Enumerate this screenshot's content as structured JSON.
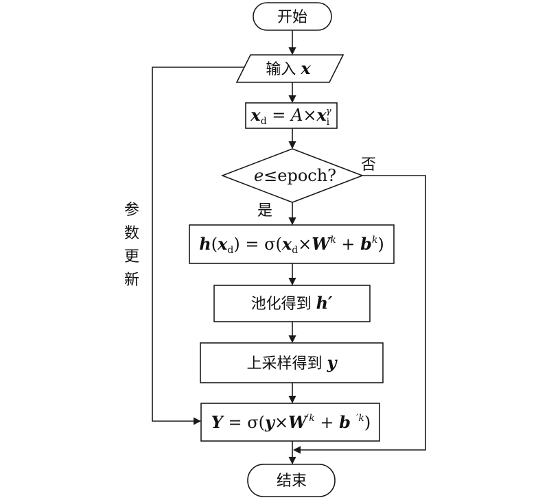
{
  "flowchart": {
    "start": "开始",
    "input": {
      "prefix": "输入 ",
      "var": "x"
    },
    "transform": {
      "lhs": "x",
      "lhs_sub": "d",
      "eq": " = ",
      "coef": "A",
      "times": "×",
      "rhs": "x",
      "rhs_sub": "i",
      "rhs_sup": "γ"
    },
    "decision": {
      "var": "e",
      "text": "≤epoch?"
    },
    "yes_label": "是",
    "no_label": "否",
    "loop_label": [
      "参",
      "数",
      "更",
      "新"
    ],
    "encode": {
      "h": "h",
      "open": "(",
      "x": "x",
      "sub_d": "d",
      "close": ")",
      "eq_sigma": " = σ(",
      "x2": "x",
      "sub_d2": "d",
      "times": "×",
      "W": "W",
      "sup_k": "k",
      "plus": " + ",
      "b": "b",
      "sup_k2": "k",
      "end": ")"
    },
    "pool": {
      "text": "池化得到 ",
      "var": "h′"
    },
    "upsample": {
      "text": "上采样得到 ",
      "var": "y"
    },
    "output": {
      "Y": "Y",
      "eq_sigma": " = σ(",
      "y": "y",
      "times": "×",
      "W": "W",
      "sup_k": "′k",
      "plus": " + ",
      "b": "b ",
      "sup_k2": "′k",
      "end": ")"
    },
    "end": "结束"
  }
}
